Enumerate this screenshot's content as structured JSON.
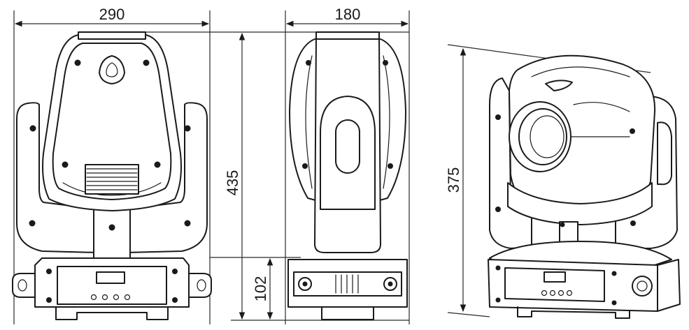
{
  "dimensions": {
    "front_width": "290",
    "side_depth": "180",
    "total_height": "435",
    "base_height": "102",
    "persp_height": "375"
  },
  "colors": {
    "line": "#1a1a1a",
    "background": "#ffffff"
  }
}
